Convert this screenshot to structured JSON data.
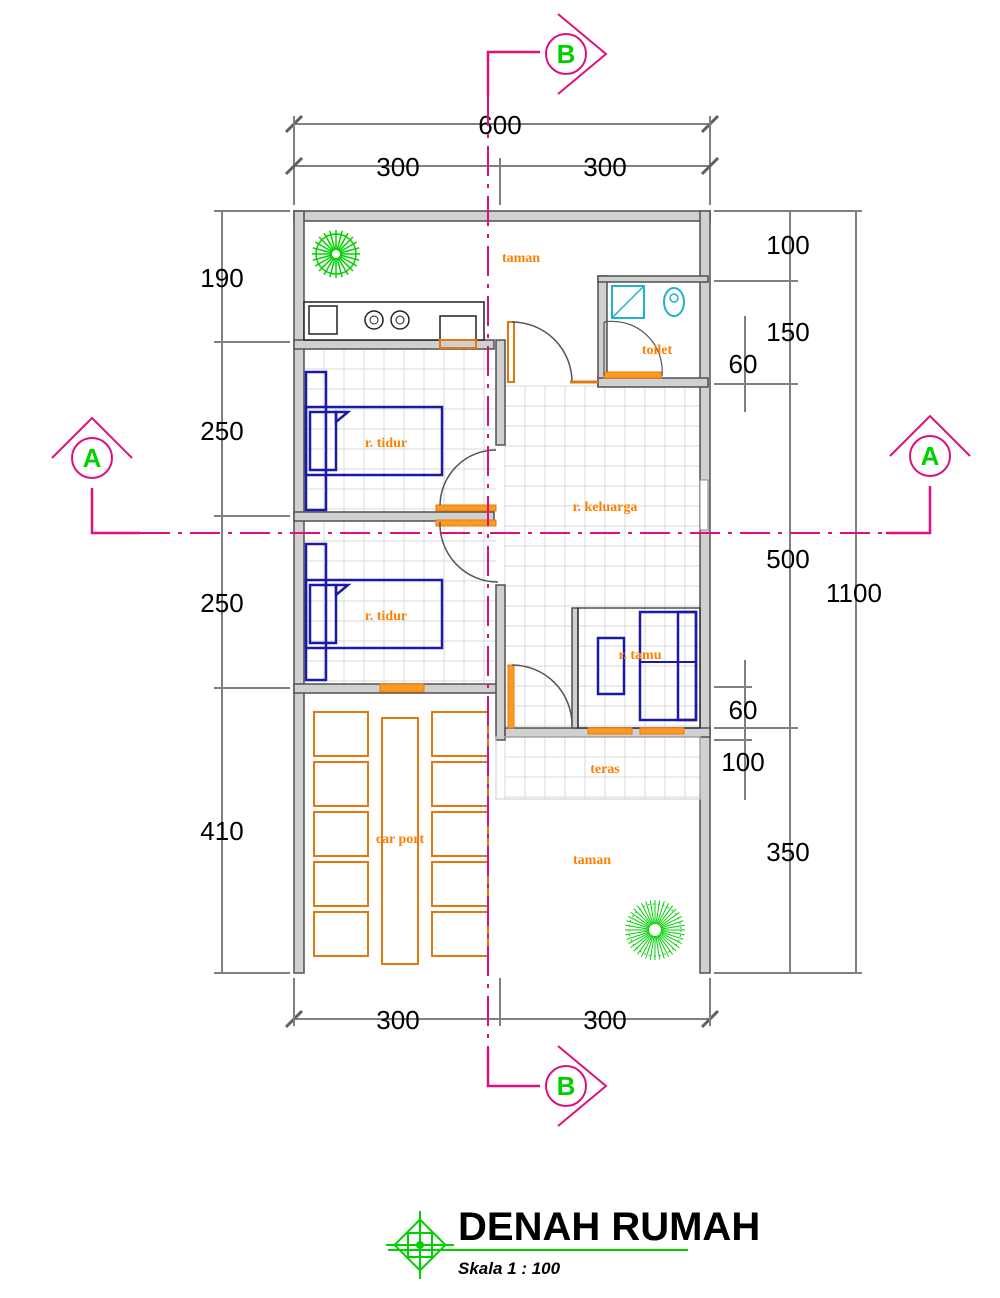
{
  "dimensions": {
    "top_total": "600",
    "top_left": "300",
    "top_right": "300",
    "bottom_left": "300",
    "bottom_right": "300",
    "left": [
      "190",
      "250",
      "250",
      "410"
    ],
    "right_inner": [
      "100",
      "150",
      "60",
      "500",
      "60",
      "100",
      "350"
    ],
    "right_total": "1100"
  },
  "rooms": {
    "taman_back": "taman",
    "toilet": "toilet",
    "tidur_1": "r. tidur",
    "tidur_2": "r. tidur",
    "keluarga": "r. keluarga",
    "tamu": "r. tamu",
    "teras": "teras",
    "carport": "car port",
    "taman_front": "taman"
  },
  "section_markers": {
    "b_top": "B",
    "b_bottom": "B",
    "a_left": "A",
    "a_right": "A"
  },
  "title_block": {
    "title": "DENAH RUMAH",
    "scale": "Skala 1 : 100"
  },
  "colors": {
    "section_line": "#e0107a",
    "furniture_orange": "#e07a10",
    "bed_blue": "#1a1aa8",
    "plant_green": "#00d000",
    "room_label": "#ff8000",
    "toilet_cyan": "#20b0d0"
  },
  "icons": {
    "tree": "tree-icon",
    "title_emblem": "compass-emblem-icon"
  }
}
